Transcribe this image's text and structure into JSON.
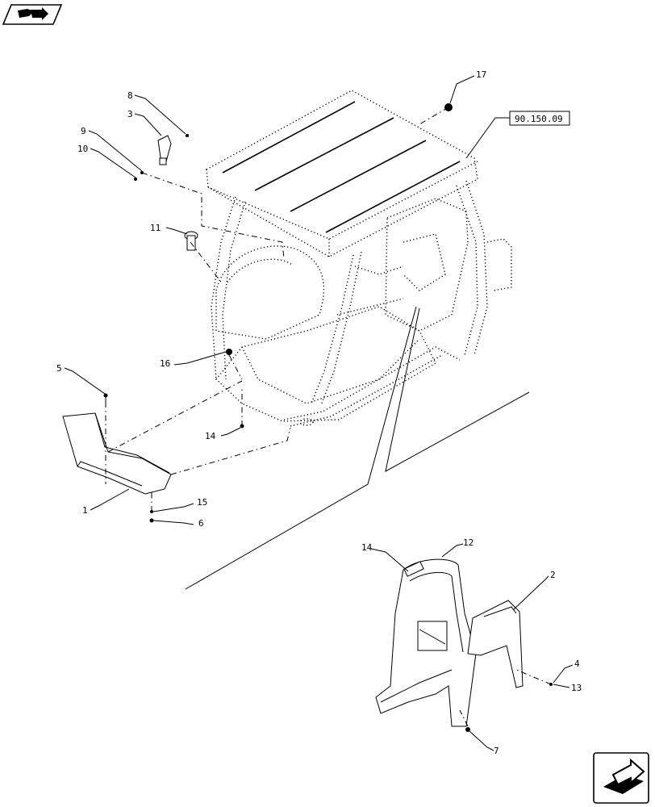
{
  "reference_box": "90.150.09",
  "icons": {
    "top_left": "book-arrow-icon",
    "bottom_right": "next-page-arrow-icon"
  },
  "callouts": [
    {
      "id": "c17",
      "label": "17"
    },
    {
      "id": "c8",
      "label": "8"
    },
    {
      "id": "c3",
      "label": "3"
    },
    {
      "id": "c9",
      "label": "9"
    },
    {
      "id": "c10",
      "label": "10"
    },
    {
      "id": "c11",
      "label": "11"
    },
    {
      "id": "c16",
      "label": "16"
    },
    {
      "id": "c5",
      "label": "5"
    },
    {
      "id": "c14a",
      "label": "14"
    },
    {
      "id": "c1",
      "label": "1"
    },
    {
      "id": "c15",
      "label": "15"
    },
    {
      "id": "c6",
      "label": "6"
    },
    {
      "id": "c14b",
      "label": "14"
    },
    {
      "id": "c12",
      "label": "12"
    },
    {
      "id": "c2",
      "label": "2"
    },
    {
      "id": "c4",
      "label": "4"
    },
    {
      "id": "c13",
      "label": "13"
    },
    {
      "id": "c7",
      "label": "7"
    }
  ]
}
